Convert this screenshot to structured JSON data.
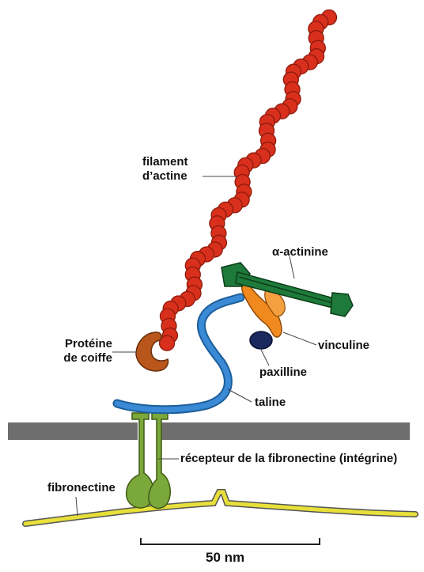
{
  "labels": {
    "actin_line1": "filament",
    "actin_line2": "d’actine",
    "alpha_actinin": "α-actinine",
    "capping_line1": "Protéine",
    "capping_line2": "de coiffe",
    "vinculin": "vinculine",
    "paxillin": "paxilline",
    "talin": "taline",
    "receptor": "récepteur de la fibronectine (intégrine)",
    "fibronectin": "fibronectine",
    "scale": "50 nm"
  },
  "colors": {
    "actin": "#d8301c",
    "actin_shadow": "#8e1a0c",
    "alpha_actinin": "#1e7a3a",
    "vinculin": "#f08a1e",
    "paxillin": "#1a2a5e",
    "talin": "#3a8ad6",
    "capping": "#b8561c",
    "membrane": "#6e6e6e",
    "integrin": "#7aa83a",
    "fibronectin": "#e8e03a"
  }
}
